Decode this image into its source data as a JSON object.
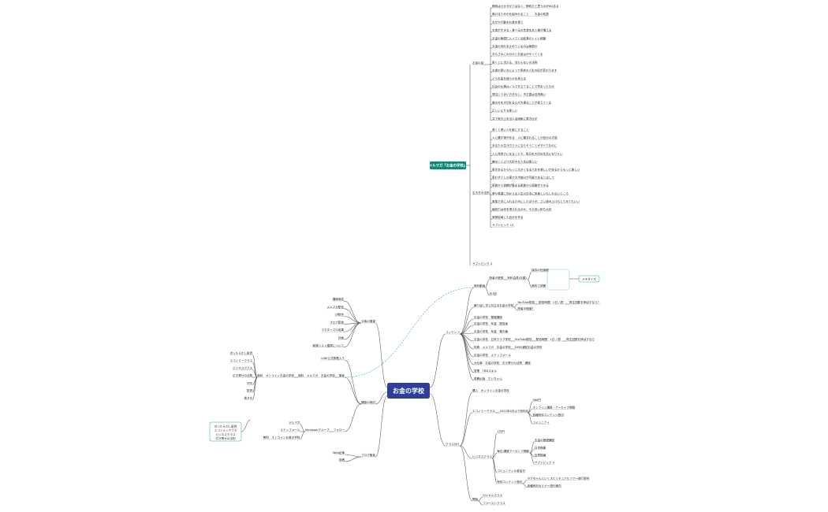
{
  "colors": {
    "central": "#2e3f97",
    "teal": "#0a8a7a",
    "callout_border": "#2aa198",
    "callout_fill": "#eef9f8",
    "line": "#555555",
    "dashed": "#2aa198"
  },
  "central": "お金の学校",
  "top_branch": {
    "label": "メルマガ『お金の学校』",
    "groups": [
      {
        "label": "お金の話",
        "items": [
          "節約はせかせかではなく、節約だと思うのがNGある",
          "働けるための仕組みれること　　お金の知恵",
          "なぜか行動をお金を使う",
          "お金がすきな・食べるの年金をあと乗が増える",
          "お金の無償仁入ってくる経済のトイレ体験",
          "お金の流れを止めているのは無償か",
          "おもさのにの分かとお金はがやってくる",
          "家くじに当たる、当たらないの法則",
          "お金の使い方によって将来の人生の形が変わります",
          "どうお金を使うかを考える",
          "社会の仕事はノルマを立てることで早まったもの",
          "発注にうまい方法なし、不正直は自然無い",
          "働き方を大切なる心が大事なことが見えてくる",
          "正しいよりも楽しい",
          "共で気分上を当人活用術に書き出す"
        ]
      },
      {
        "label": "生き方の法則",
        "items": [
          "書くと書い人を楽にすること",
          "人に頼す物がある　人に頼まれることが自分の才能",
          "あなたの生き方で人にならそうことがすべてなのに",
          "人に自然さになることで、毎日を大切な生活になりたい",
          "嫌なことより大好きな人生は楽しい",
          "家があるからもっと大きくなる人生を楽しいがあるからもっと楽しい",
          "思わず少しの事で大半部分が可能であるとはして",
          "家族から信頼が集まる家族から感謝ができる",
          "夢や希望に向かえる人生の日本に気楽しいもしれないところ",
          "家族で手に入れるためにしたほうが、さい読み上げもしてみてもいい",
          "継続力は何を得られるのか、その言い訳も大切",
          "実際結局した自分を作る",
          "サブトピック 13"
        ]
      }
    ],
    "tail": "サブトピック 3"
  },
  "contents": {
    "label": "コンテンツ",
    "items": [
      {
        "label": "無料動画",
        "children": [
          {
            "label": "読者の登録",
            "children": [
              {
                "label": "有料会員(月額)",
                "children": [
                  {
                    "label": "保存の世論帳",
                    "children": []
                  },
                  {
                    "label": "無料で試聴",
                    "children": []
                  }
                ]
              }
            ]
          },
          {
            "label": "月1回",
            "children": []
          }
        ]
      },
      {
        "label": "繰り返し学ぶ月主月お金の学校",
        "children": [
          {
            "label": "YouTube配信",
            "children": [
              {
                "label": "配信時間　1日 / 週",
                "children": [
                  {
                    "label": "再生回数を伸ばすなら？",
                    "children": []
                  }
                ]
              }
            ]
          },
          {
            "label": "読者の価値？",
            "children": []
          }
        ]
      },
      {
        "label": "お金の学校　基礎講座",
        "children": []
      },
      {
        "label": "お金の学校　年金　配信者",
        "children": []
      },
      {
        "label": "お金の学校　年金　集中編",
        "children": []
      },
      {
        "label": "お金の学校　日本クラブ学校",
        "children": [
          {
            "label": "YouTube配信",
            "children": [
              {
                "label": "配信時間　1日 / 週",
                "children": [
                  {
                    "label": "再生回数を伸ばすなら",
                    "children": []
                  }
                ]
              }
            ]
          }
        ]
      },
      {
        "label": "特典　メルマガ　お金の学校",
        "children": [
          {
            "label": "DMの通知お金の学校",
            "children": []
          }
        ]
      },
      {
        "label": "お金の学校　ステップメール",
        "children": []
      },
      {
        "label": "大仕事　お金の学校　引き寄せの法則　講座",
        "children": []
      },
      {
        "label": "営業　TBDスキル",
        "children": []
      },
      {
        "label": "書籍出版　だいちゃん",
        "children": []
      }
    ],
    "callout": "メキタイズ"
  },
  "class": {
    "label": "クラス分け",
    "items": [
      {
        "label": "購入　オンラインお金の学校",
        "children": []
      },
      {
        "label": "エコノミークラス",
        "children": [
          {
            "label": "2022年4月より有料化",
            "children": [
              {
                "label": "980円",
                "children": []
              },
              {
                "label": "オンライン講座・アーカイブ視聴",
                "children": []
              },
              {
                "label": "各種有料コンテンツ割引",
                "children": []
              },
              {
                "label": "コミュニティ",
                "children": []
              }
            ]
          }
        ]
      },
      {
        "label": "ビジネスクラス",
        "children": [
          {
            "label": "1万円",
            "children": []
          },
          {
            "label": "毎日 講座アーカイブ視聴",
            "children": [
              {
                "label": "お金の基礎講座",
                "children": []
              },
              {
                "label": "日本株編",
                "children": []
              },
              {
                "label": "世界株編",
                "children": []
              },
              {
                "label": "サブトピック 4",
                "children": []
              }
            ]
          },
          {
            "label": "コミュニティの参加可",
            "children": []
          },
          {
            "label": "有料コンテンツ割引",
            "children": [
              {
                "label": "ネクちゃんといくスピリチュアルツアー旅行案内",
                "children": []
              },
              {
                "label": "各種有料セミナー旅行案内",
                "children": []
              }
            ]
          }
        ]
      },
      {
        "label": "開始",
        "children": [
          {
            "label": "ロイヤルクラス",
            "children": []
          },
          {
            "label": "ファーストクラス",
            "children": []
          }
        ]
      }
    ]
  },
  "future": {
    "label": "今後の展望",
    "items": [
      "講師育成",
      "メルマガ配信",
      "LP制作",
      "ブログ配信",
      "マネタイズの成果",
      "計画",
      "新規リスト獲得について"
    ]
  },
  "lecture": {
    "label": "講座の検討",
    "items": [
      {
        "label": "LINE公式発着入り",
        "children": []
      },
      {
        "label": "集客",
        "children": [
          {
            "label": "無料　メルマガ　お金の学校",
            "children": [
              {
                "label": "無料　オンラインお金の学校",
                "children": [
                  {
                    "label": "ほったらかし投資",
                    "children": []
                  },
                  {
                    "label": "エコノミークラス",
                    "children": []
                  },
                  {
                    "label": "ビジネスクラス",
                    "children": []
                  },
                  {
                    "label": "引き寄せの法則",
                    "children": []
                  },
                  {
                    "label": "SNS",
                    "children": []
                  },
                  {
                    "label": "投資",
                    "children": []
                  },
                  {
                    "label": "書き方",
                    "children": []
                  }
                ]
              }
            ]
          }
        ]
      },
      {
        "label": "フォロー",
        "children": [
          {
            "label": "facebookグループ",
            "children": [
              {
                "label": "メルマガ",
                "children": []
              },
              {
                "label": "ステップメール",
                "children": []
              },
              {
                "label": "無料　オンラインお金の学校",
                "children": []
              }
            ]
          }
        ]
      }
    ],
    "callout_lines": [
      "ほったらかし投資",
      "エコノミークラス",
      "ビジネスクラス",
      "引き寄せの法則"
    ]
  },
  "blog": {
    "label": "ブログ集客",
    "items": [
      "Web記事",
      "投稿"
    ]
  }
}
